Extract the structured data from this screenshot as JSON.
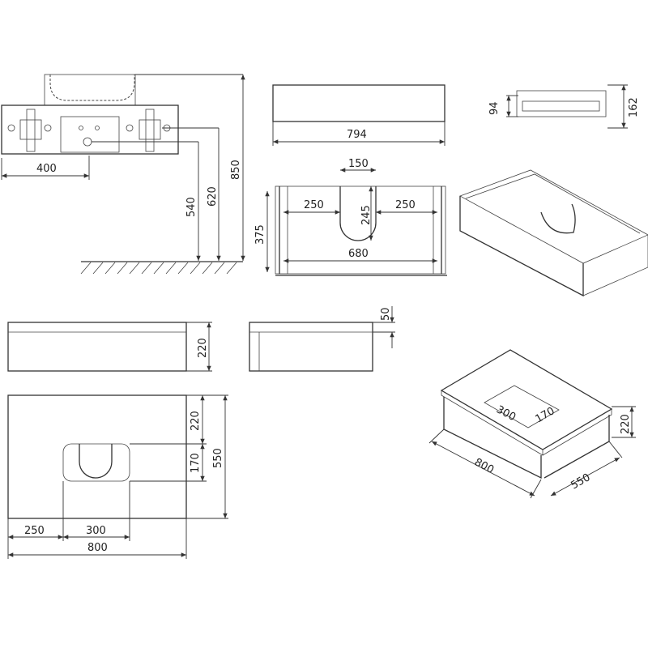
{
  "front_installation_view": {
    "width_to_outlet": "400",
    "outlet_height_low": "540",
    "outlet_height_high": "620",
    "total_height": "850"
  },
  "top_panel_view": {
    "width": "794"
  },
  "drawer_front_view": {
    "cutout_width": "150",
    "left_offset": "250",
    "right_offset": "250",
    "cutout_depth": "245",
    "height": "375",
    "inner_width": "680"
  },
  "drawer_side_detail": {
    "height_a": "94",
    "height_b": "162"
  },
  "front_elevation": {
    "height": "220"
  },
  "side_elevation": {
    "top_thickness": "50"
  },
  "plan_view": {
    "depth_to_cutout": "220",
    "cutout_depth": "170",
    "depth": "550",
    "left_offset": "250",
    "cutout_width": "300",
    "width": "800"
  },
  "isometric_view": {
    "cutout_width": "300",
    "cutout_depth": "170",
    "width": "800",
    "depth": "550",
    "height": "220"
  }
}
